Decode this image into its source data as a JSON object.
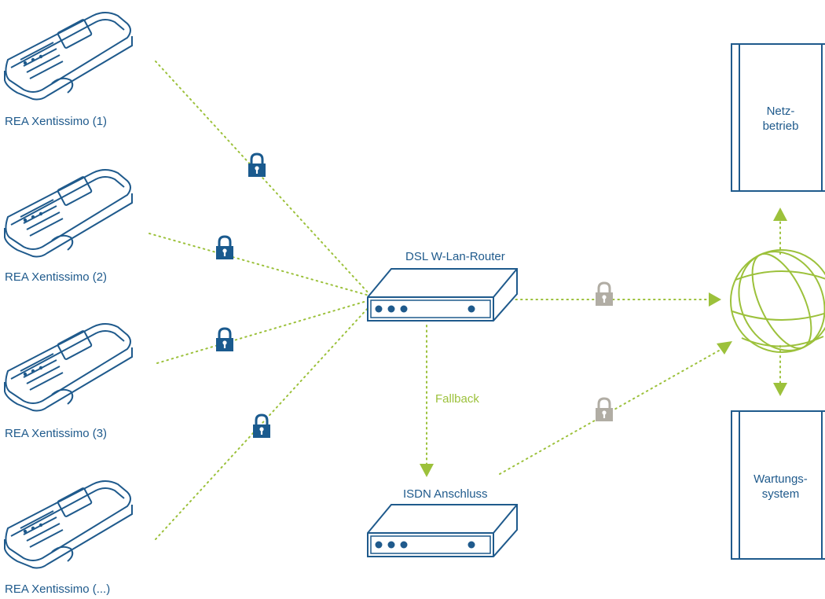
{
  "terminals": [
    {
      "label": "REA Xentissimo (1)"
    },
    {
      "label": "REA Xentissimo (2)"
    },
    {
      "label": "REA Xentissimo (3)"
    },
    {
      "label": "REA Xentissimo (...)"
    }
  ],
  "router": {
    "label": "DSL W-Lan-Router"
  },
  "isdn": {
    "label": "ISDN Anschluss"
  },
  "fallback": {
    "label": "Fallback"
  },
  "servers": {
    "netzbetrieb": "Netz-\nbetrieb",
    "wartung": "Wartungs-\nsystem"
  },
  "colors": {
    "dark_blue": "#1f5a8c",
    "lock_blue": "#1a5a8e",
    "lock_grey": "#b1ada4",
    "green": "#9cc13b"
  },
  "icons": [
    "card-terminal-icon",
    "lock-icon",
    "router-icon",
    "globe-icon",
    "arrow-icon",
    "server-icon"
  ]
}
